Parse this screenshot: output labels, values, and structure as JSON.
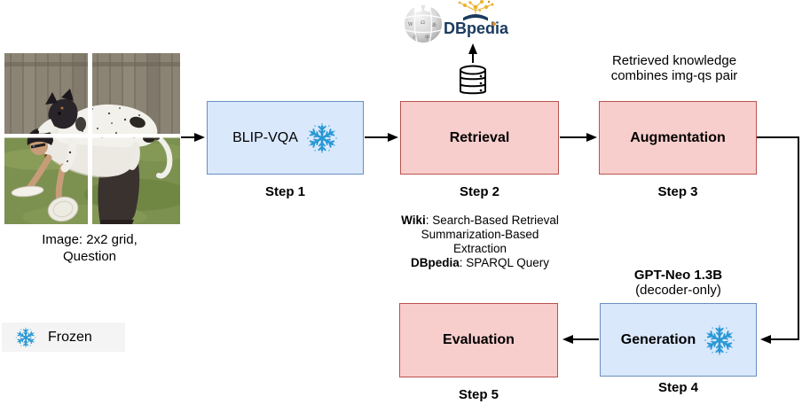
{
  "figure": {
    "input": {
      "caption_line1": "Image: 2x2 grid,",
      "caption_line2": "Question",
      "photo_description": "man crouching with dog on his back holding frisbees, split in 2x2 grid"
    },
    "sources": {
      "dbpedia_label": "DBpedia",
      "wikipedia_icon": "wikipedia-globe-logo",
      "database_icon": "database-cylinder-icon"
    },
    "steps": {
      "step1": {
        "label": "BLIP-VQA",
        "caption": "Step 1",
        "frozen": true,
        "fill": "#dae8fc",
        "border": "#6c8ebf"
      },
      "step2": {
        "label": "Retrieval",
        "caption": "Step 2",
        "frozen": false,
        "fill": "#f8cecc",
        "border": "#b85450"
      },
      "step3": {
        "label": "Augmentation",
        "caption": "Step 3",
        "frozen": false,
        "fill": "#f8cecc",
        "border": "#b85450"
      },
      "step4": {
        "label": "Generation",
        "caption": "Step 4",
        "frozen": true,
        "fill": "#dae8fc",
        "border": "#6c8ebf"
      },
      "step5": {
        "label": "Evaluation",
        "caption": "Step 5",
        "frozen": false,
        "fill": "#f8cecc",
        "border": "#b85450"
      }
    },
    "annotations": {
      "augmentation_note_line1": "Retrieved knowledge",
      "augmentation_note_line2": "combines img-qs pair",
      "generation_model_bold": "GPT-Neo 1.3B",
      "generation_model_sub": "(decoder-only)",
      "retrieval_note": {
        "line1_bold": "Wiki",
        "line1_rest": ": Search-Based Retrieval",
        "line2": "Summarization-Based",
        "line3": "Extraction",
        "line4_bold": "DBpedia",
        "line4_rest": ": SPARQL Query"
      }
    },
    "legend": {
      "label": "Frozen",
      "icon": "snowflake-icon"
    },
    "colors": {
      "snowflake_blue": "#2798d4",
      "dbpedia_navy": "#1b3a5f",
      "dbpedia_gold": "#eab32f",
      "legend_background": "#f4f4f4",
      "arrow_black": "#000000"
    }
  }
}
